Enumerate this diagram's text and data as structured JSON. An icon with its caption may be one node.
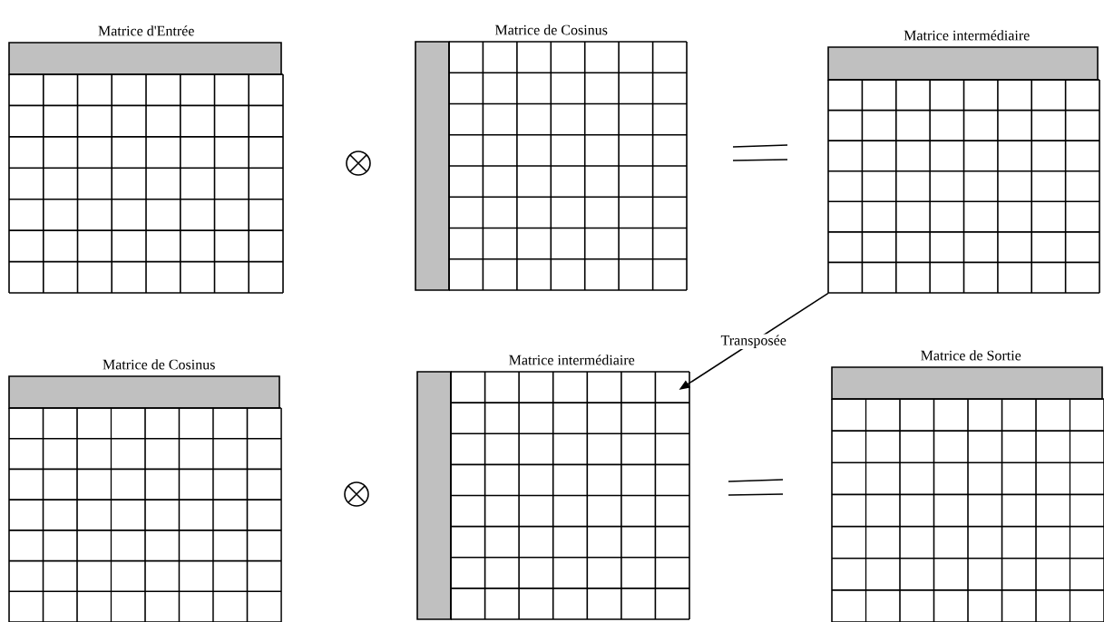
{
  "diagram": {
    "nodes": [
      {
        "text": [
          "Matrice d'Entrée"
        ]
      },
      {
        "text": [
          "Matrice de Cosinus"
        ]
      },
      {
        "text": [
          "Matrice intermédiaire"
        ]
      },
      {
        "text": [
          "Matrice de Cosinus"
        ]
      },
      {
        "text": [
          "Matrice intermédiaire"
        ]
      },
      {
        "text": [
          "Matrice de Sortie"
        ]
      }
    ],
    "edges": [
      {
        "from": 2,
        "to": 4,
        "arrow": "to",
        "label": "Transposée"
      }
    ]
  }
}
